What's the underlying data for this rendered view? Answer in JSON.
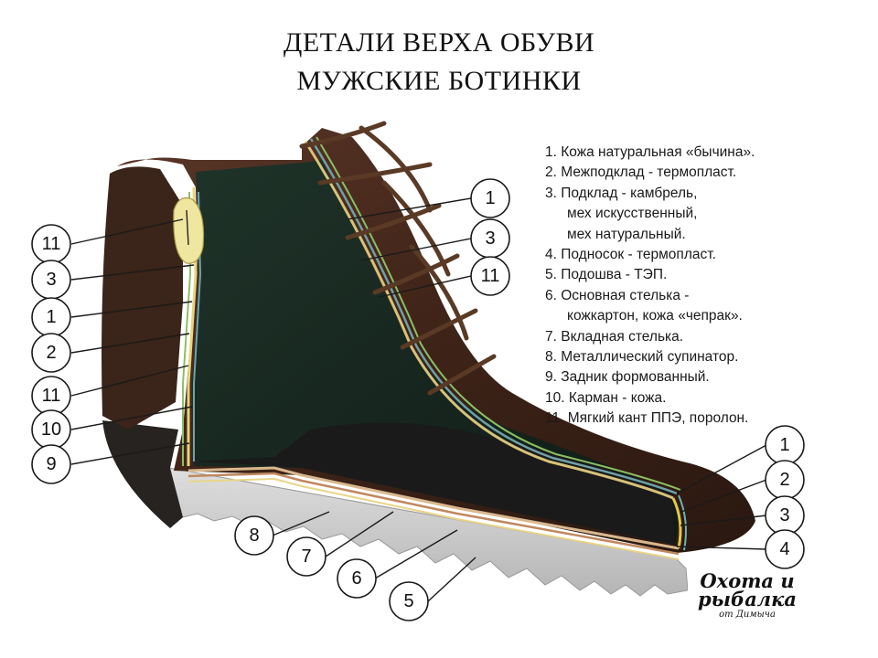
{
  "title": {
    "line1": "ДЕТАЛИ ВЕРХА ОБУВИ",
    "line2": "МУЖСКИЕ БОТИНКИ"
  },
  "legend": [
    {
      "text": "1. Кожа натуральная «бычина».",
      "indent": false
    },
    {
      "text": "2. Межподклад - термопласт.",
      "indent": false
    },
    {
      "text": "3. Подклад - камбрель,",
      "indent": false
    },
    {
      "text": "мех искусственный,",
      "indent": true
    },
    {
      "text": "мех натуральный.",
      "indent": true
    },
    {
      "text": "4. Подносок - термопласт.",
      "indent": false
    },
    {
      "text": "5. Подошва - ТЭП.",
      "indent": false
    },
    {
      "text": "6. Основная стелька -",
      "indent": false
    },
    {
      "text": "кожкартон, кожа «чепрак».",
      "indent": true
    },
    {
      "text": "7. Вкладная стелька.",
      "indent": false
    },
    {
      "text": "8. Металлический супинатор.",
      "indent": false
    },
    {
      "text": "9. Задник формованный.",
      "indent": false
    },
    {
      "text": "10. Карман - кожа.",
      "indent": false
    },
    {
      "text": "11. Мягкий кант ППЭ, поролон.",
      "indent": false
    }
  ],
  "callouts": {
    "left": [
      "11",
      "3",
      "1",
      "2",
      "11",
      "10",
      "9"
    ],
    "right_top": [
      "1",
      "3",
      "11"
    ],
    "right_bottom": [
      "1",
      "2",
      "3",
      "4"
    ],
    "bottom": [
      "8",
      "7",
      "6",
      "5"
    ]
  },
  "watermark": {
    "line1": "Охота и",
    "line2": "рыбалка",
    "line3": "от Димыча"
  },
  "colors": {
    "leather": "#4a2b1e",
    "lining": "#16241e",
    "sole": "#cfcfcf",
    "foam": "#efe6a0"
  }
}
